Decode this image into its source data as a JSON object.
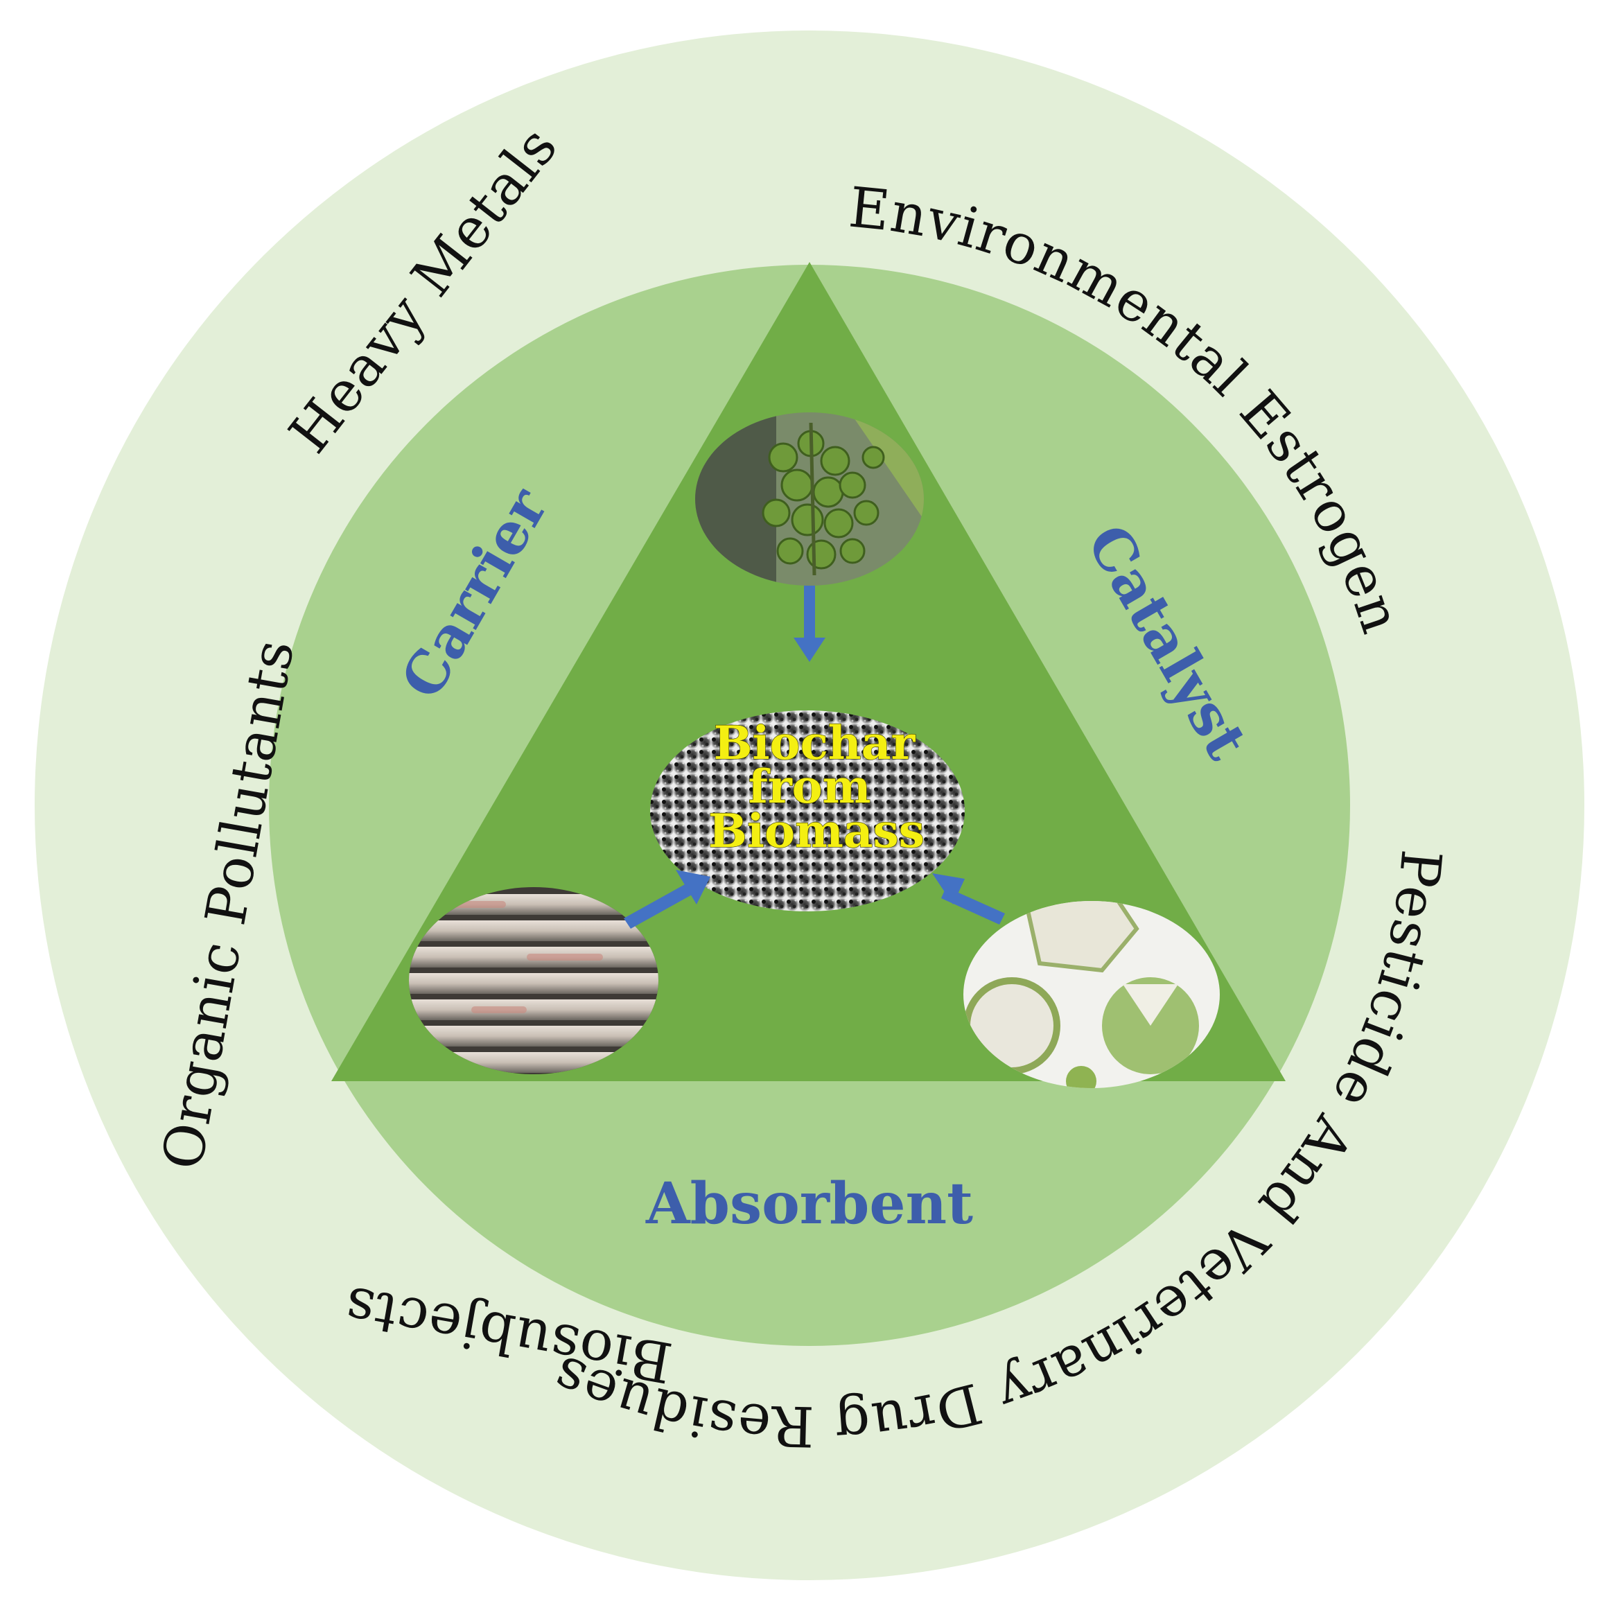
{
  "colors": {
    "outer_ring": "#e3efd8",
    "middle_disk": "#a9d18e",
    "triangle": "#71ad47",
    "arrow": "#4472c4",
    "role_text": "#3d5eab",
    "center_text": "#f4ef12"
  },
  "outer_ring": {
    "labels": {
      "heavy_metals": "Heavy Metals",
      "environmental_estrogen": "Environmental Estrogen",
      "pesticide_residues": "Pesticide And Veterinary Drug Residues",
      "biosubjects": "Biosubjects",
      "organic_pollutants": "Organic Pollutants"
    }
  },
  "roles": {
    "carrier": "Carrier",
    "catalyst": "Catalyst",
    "absorbent": "Absorbent"
  },
  "center": {
    "line1": "Biochar",
    "line2": "from",
    "line3": "Biomass"
  },
  "photos": {
    "top": "berries-photo",
    "left": "reed-stems-photo",
    "right": "pomelo-peel-photo",
    "center": "biochar-powder-photo"
  }
}
